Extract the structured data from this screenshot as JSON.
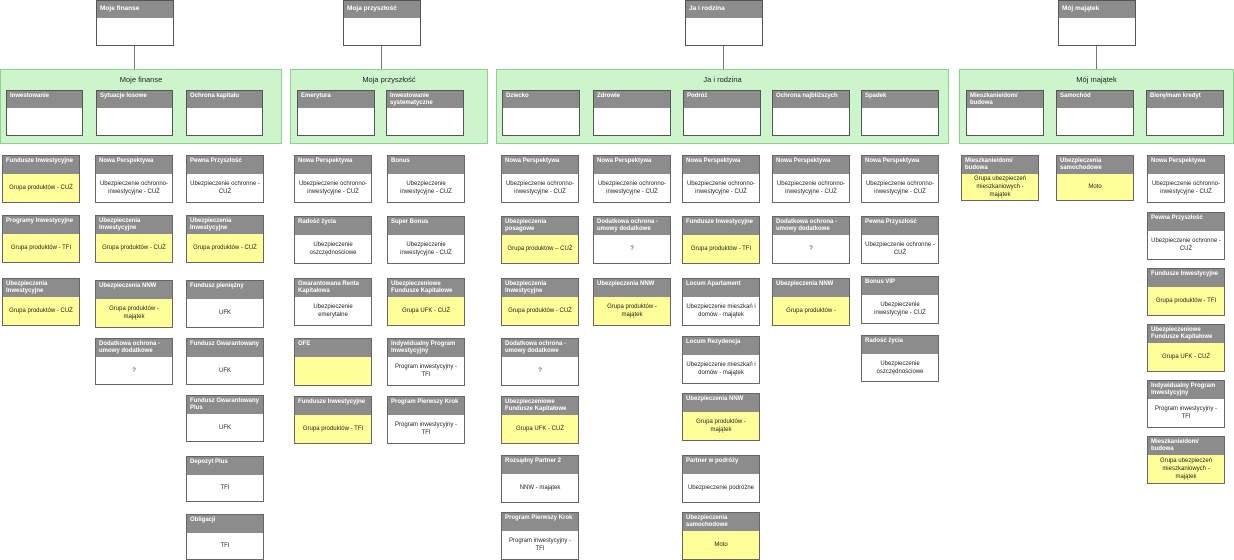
{
  "columns": [
    {
      "title": "Moje finanse",
      "subs": [
        "Inwestowanie",
        "Sytuacje losowe",
        "Ochrona kapitału"
      ]
    },
    {
      "title": "Moja przyszłość",
      "subs": [
        "Emerytura",
        "Inwestowanie systematyczne"
      ]
    },
    {
      "title": "Ja i rodzina",
      "subs": [
        "Dziecko",
        "Zdrowie",
        "Podróż",
        "Ochrona najbliższych",
        "Spadek"
      ]
    },
    {
      "title": "Mój majątek",
      "subs": [
        "Mieszkanie/dom/ budowa",
        "Samochód",
        "Biorę/mam kredyt"
      ]
    }
  ],
  "cards": [
    {
      "h": "Fundusze Inwestycyjne",
      "b": "Grupa produktów - CUŻ",
      "y": true
    },
    {
      "h": "Programy Inwestycyjne",
      "b": "Grupa produktów - TFI",
      "y": true
    },
    {
      "h": "Ubezpieczenia Inwestycyjne",
      "b": "Grupa produktów - CUŻ",
      "y": true
    },
    {
      "h": "Nowa Perspektywa",
      "b": "Ubezpieczenie ochronno-inwestycyjne - CUŻ",
      "y": false
    },
    {
      "h": "Ubezpieczenia Inwestycyjne",
      "b": "Grupa produktów - CUŻ",
      "y": true
    },
    {
      "h": "Ubezpieczenia NNW",
      "b": "Grupa produktów - majątek",
      "y": true
    },
    {
      "h": "Dodatkowa ochrona - umowy dodatkowe",
      "b": "?",
      "y": false
    },
    {
      "h": "Pewna Przyszłość",
      "b": "Ubezpieczenie ochronne - CUŻ",
      "y": false
    },
    {
      "h": "Ubezpieczenia Inwestycyjne",
      "b": "Grupa produktów - CUŻ",
      "y": true
    },
    {
      "h": "Fundusz pieniężny",
      "b": "UFK",
      "y": false
    },
    {
      "h": "Fundusz Gwarantowany",
      "b": "UFK",
      "y": false
    },
    {
      "h": "Fundusz Gwarantowany Plus",
      "b": "UFK",
      "y": false
    },
    {
      "h": "Depozyt Plus",
      "b": "TFI",
      "y": false
    },
    {
      "h": "Obligacji",
      "b": "TFI",
      "y": false
    },
    {
      "h": "Nowa Perspektywa",
      "b": "Ubezpieczenie ochronno-inwestycyjne - CUŻ",
      "y": false
    },
    {
      "h": "Radość życia",
      "b": "Ubezpieczenie oszczędnościowe",
      "y": false
    },
    {
      "h": "Gwarantowana Renta Kapitałowa",
      "b": "Ubezpieczenie emerytalne",
      "y": false
    },
    {
      "h": "OFE",
      "b": "",
      "y": true
    },
    {
      "h": "Fundusze Inwestycyjne",
      "b": "Grupa produktów - TFI",
      "y": true
    },
    {
      "h": "Bonus",
      "b": "Ubezpieczenie inwestycyjne - CUŻ",
      "y": false
    },
    {
      "h": "Super Bonus",
      "b": "Ubezpieczenie inwestycyjne - CUŻ",
      "y": false
    },
    {
      "h": "Ubezpieczeniowe Fundusze Kapitałowe",
      "b": "Grupa UFK - CUŻ",
      "y": true
    },
    {
      "h": "Indywidualny Program Inwestycyjny",
      "b": "Program inwestycyjny - TFI",
      "y": false
    },
    {
      "h": "Program Pierwszy Krok",
      "b": "Program inwestycyjny - TFI",
      "y": false
    },
    {
      "h": "Nowa Perspektywa",
      "b": "Ubezpieczenie ochronno-inwestycyjne - CUŻ",
      "y": false
    },
    {
      "h": "Ubezpieczenia posagowe",
      "b": "Grupa produktów – CUŻ",
      "y": true
    },
    {
      "h": "Ubezpieczenia Inwestycyjne",
      "b": "Grupa produktów - CUŻ",
      "y": true
    },
    {
      "h": "Dodatkowa ochrona - umowy dodatkowe",
      "b": "?",
      "y": false
    },
    {
      "h": "Ubezpieczeniowe Fundusze Kapitałowe",
      "b": "Grupa UFK - CUŻ",
      "y": true
    },
    {
      "h": "Rozsądny Partner 2",
      "b": "NNW - majątek",
      "y": false
    },
    {
      "h": "Program Pierwszy Krok",
      "b": "Program inwestycyjny - TFI",
      "y": false
    },
    {
      "h": "Nowa Perspektywa",
      "b": "Ubezpieczenie ochronno-inwestycyjne - CUŻ",
      "y": false
    },
    {
      "h": "Dodatkowa ochrona - umowy dodatkowe",
      "b": "?",
      "y": false
    },
    {
      "h": "Ubezpieczenia NNW",
      "b": "Grupa produktów - majątek",
      "y": true
    },
    {
      "h": "Nowa Perspektywa",
      "b": "Ubezpieczenie ochronno-inwestycyjne - CUŻ",
      "y": false
    },
    {
      "h": "Fundusze Inwestycyjne",
      "b": "Grupa produktów - TFI",
      "y": true
    },
    {
      "h": "Locum Apartament",
      "b": "Ubezpieczenie mieszkań i domów - majątek",
      "y": false
    },
    {
      "h": "Locum Rezydencja",
      "b": "Ubezpieczenie mieszkań i domów - majątek",
      "y": false
    },
    {
      "h": "Ubezpieczenia NNW",
      "b": "Grupa produktów - majątek",
      "y": true
    },
    {
      "h": "Partner w podróży",
      "b": "Ubezpieczenie podróżne",
      "y": false
    },
    {
      "h": "Ubezpieczenia samochodowe",
      "b": "Moto",
      "y": true
    },
    {
      "h": "Nowa Perspektywa",
      "b": "Ubezpieczenie ochronno-inwestycyjne - CUŻ",
      "y": false
    },
    {
      "h": "Dodatkowa ochrona - umowy dodatkowe",
      "b": "?",
      "y": false
    },
    {
      "h": "Ubezpieczenia NNW",
      "b": "Grupa produktów -",
      "y": true
    },
    {
      "h": "Nowa Perspektywa",
      "b": "Ubezpieczenie ochronno-inwestycyjne - CUŻ",
      "y": false
    },
    {
      "h": "Pewna Przyszłość",
      "b": "Ubezpieczenie ochronne - CUŻ",
      "y": false
    },
    {
      "h": "Bonus VIP",
      "b": "Ubezpieczenie inwestycyjne - CUŻ",
      "y": false
    },
    {
      "h": "Radość życia",
      "b": "Ubezpieczenie oszczędnościowe",
      "y": false
    },
    {
      "h": "Mieszkanie/dom/ budowa",
      "b": "Grupa ubezpieczeń mieszkaniowych - majątek",
      "y": true
    },
    {
      "h": "Ubezpieczenia samochodowe",
      "b": "Moto",
      "y": true
    },
    {
      "h": "Nowa Perspektywa",
      "b": "Ubezpieczenie ochronno-inwestycyjne - CUŻ",
      "y": false
    },
    {
      "h": "Pewna Przyszłość",
      "b": "Ubezpieczenie ochronne - CUŻ",
      "y": false
    },
    {
      "h": "Fundusze Inwestycyjne",
      "b": "Grupa produktów - TFI",
      "y": true
    },
    {
      "h": "Ubezpieczeniowe Fundusze Kapitałowe",
      "b": "Grupa UFK - CUŻ",
      "y": true
    },
    {
      "h": "Indywidualny Program Inwestycyjny",
      "b": "Program inwestycyjny - TFI",
      "y": false
    },
    {
      "h": "Mieszkanie/dom/ budowa",
      "b": "Grupa ubezpieczeń mieszkaniowych - majątek",
      "y": true
    }
  ]
}
